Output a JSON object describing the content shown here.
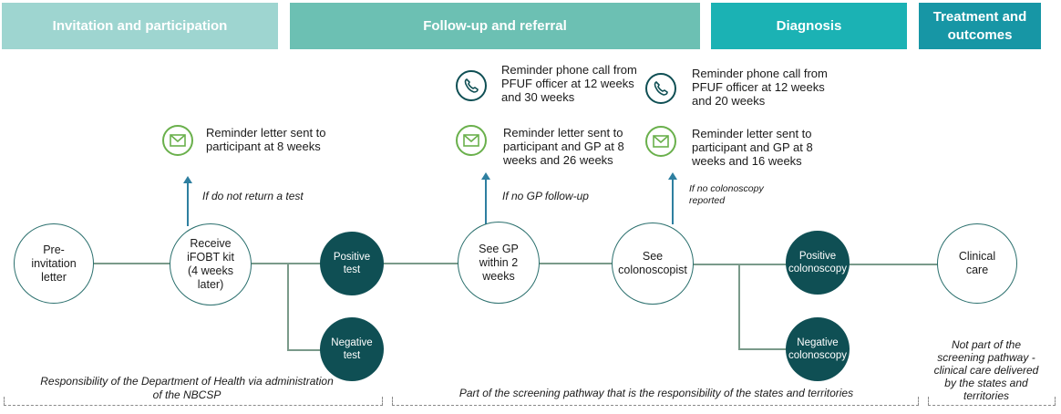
{
  "headers": {
    "invitation": "Invitation and participation",
    "followup": "Follow-up and referral",
    "diagnosis": "Diagnosis",
    "treatment": "Treatment and outcomes"
  },
  "colors": {
    "invitation": "#9ed5d0",
    "followup": "#6cc0b3",
    "diagnosis": "#1bb2b4",
    "treatment": "#1796a5",
    "node_fill": "#0f4f54",
    "mail_icon": "#6ab04c",
    "phone_icon": "#0f4f54"
  },
  "nodes": {
    "pre_invitation": "Pre-invitation letter",
    "receive_kit": "Receive iFOBT kit (4 weeks later)",
    "positive_test": "Positive test",
    "negative_test": "Negative test",
    "see_gp": "See GP within 2 weeks",
    "see_colonoscopist": "See colonoscopist",
    "positive_colonoscopy": "Positive colonoscopy",
    "negative_colonoscopy": "Negative colonoscopy",
    "clinical_care": "Clinical care"
  },
  "conditions": {
    "no_return": "If do not return a test",
    "no_gp": "If no GP follow-up",
    "no_colonoscopy": "If no colonoscopy reported"
  },
  "reminders": {
    "letter_participant_8": "Reminder letter sent to participant at 8 weeks",
    "phone_12_30": "Reminder phone call from PFUF officer at 12 weeks and 30 weeks",
    "letter_gp_8_26": "Reminder letter sent to participant and GP at 8 weeks and 26 weeks",
    "phone_12_20": "Reminder phone call from PFUF officer at 12 weeks and 20 weeks",
    "letter_gp_8_16": "Reminder letter sent to participant and GP at 8 weeks and 16 weeks"
  },
  "footer": {
    "dept_health": "Responsibility of the Department of Health via administration of the NBCSP",
    "states": "Part of the screening pathway that is the responsibility of the states and territories",
    "not_part": "Not part of the screening pathway - clinical care delivered by the states and territories"
  }
}
